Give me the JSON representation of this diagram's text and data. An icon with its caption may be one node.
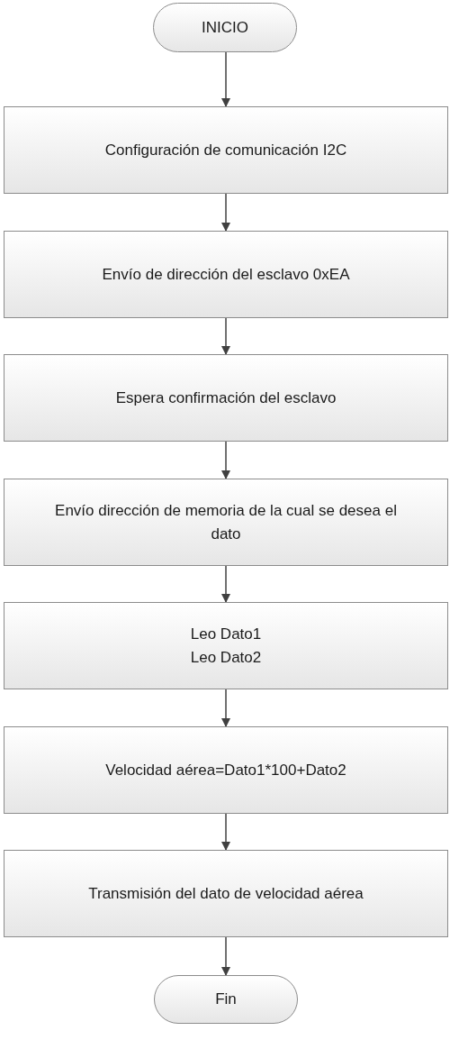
{
  "diagram": {
    "nodes": [
      {
        "text": [
          "INICIO"
        ]
      },
      {
        "text": [
          "Configuración de comunicación I2C"
        ]
      },
      {
        "text": [
          "Envío de dirección del esclavo 0xEA"
        ]
      },
      {
        "text": [
          "Espera confirmación del esclavo"
        ]
      },
      {
        "text": [
          "Envío dirección de memoria de la cual se desea el dato"
        ]
      },
      {
        "text": [
          "Leo Dato1",
          "Leo Dato2"
        ]
      },
      {
        "text": [
          "Velocidad aérea=Dato1*100+Dato2"
        ]
      },
      {
        "text": [
          "Transmisión del dato de velocidad aérea"
        ]
      },
      {
        "text": [
          "Fin"
        ]
      }
    ],
    "edges": [
      {
        "from": 0,
        "to": 1,
        "arrow": "to"
      },
      {
        "from": 1,
        "to": 2,
        "arrow": "to"
      },
      {
        "from": 2,
        "to": 3,
        "arrow": "to"
      },
      {
        "from": 3,
        "to": 4,
        "arrow": "to"
      },
      {
        "from": 4,
        "to": 5,
        "arrow": "to"
      },
      {
        "from": 5,
        "to": 6,
        "arrow": "to"
      },
      {
        "from": 6,
        "to": 7,
        "arrow": "to"
      },
      {
        "from": 7,
        "to": 8,
        "arrow": "to"
      }
    ]
  }
}
